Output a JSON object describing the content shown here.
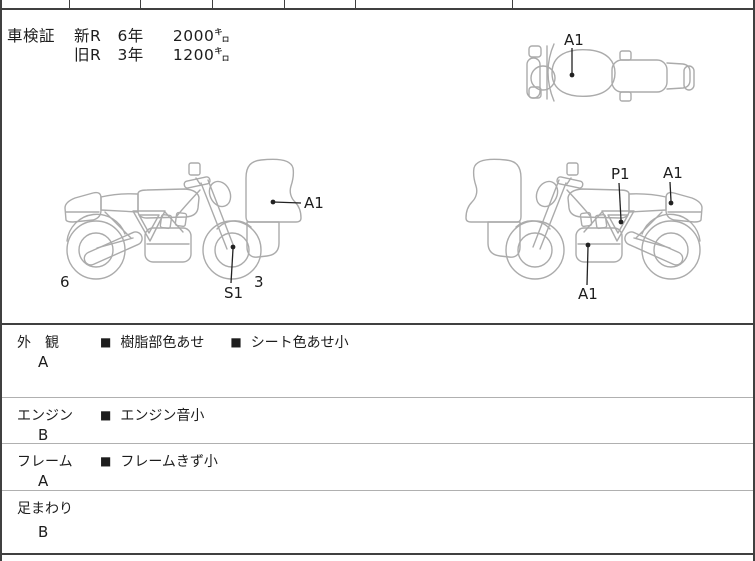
{
  "colors": {
    "background": "#ffffff",
    "line_dark": "#404040",
    "line_light": "#b0b0b0",
    "sketch_gray": "#ababab",
    "text": "#1d1d1d"
  },
  "ui": {
    "bullet": "■"
  },
  "shaken": {
    "label": "車検証",
    "rows": [
      {
        "era": "新R",
        "years": "6年",
        "distance": "2000㌔"
      },
      {
        "era": "旧R",
        "years": "3年",
        "distance": "1200㌔"
      }
    ]
  },
  "diagrams": {
    "top_view": {
      "labels": {
        "tank": "A1"
      }
    },
    "right_side_view": {
      "labels": {
        "num_left": "6",
        "fork": "S1",
        "num_right": "3",
        "fender": "A1"
      }
    },
    "left_side_view": {
      "labels": {
        "side_cover": "P1",
        "rear_cowl": "A1",
        "engine": "A1"
      }
    }
  },
  "sections": [
    {
      "label": "外　観",
      "grade": "A",
      "comments": [
        "樹脂部色あせ",
        "シート色あせ小"
      ]
    },
    {
      "label": "エンジン",
      "grade": "B",
      "comments": [
        "エンジン音小"
      ]
    },
    {
      "label": "フレーム",
      "grade": "A",
      "comments": [
        "フレームきず小"
      ]
    },
    {
      "label": "足まわり",
      "grade": "B",
      "comments": []
    }
  ]
}
